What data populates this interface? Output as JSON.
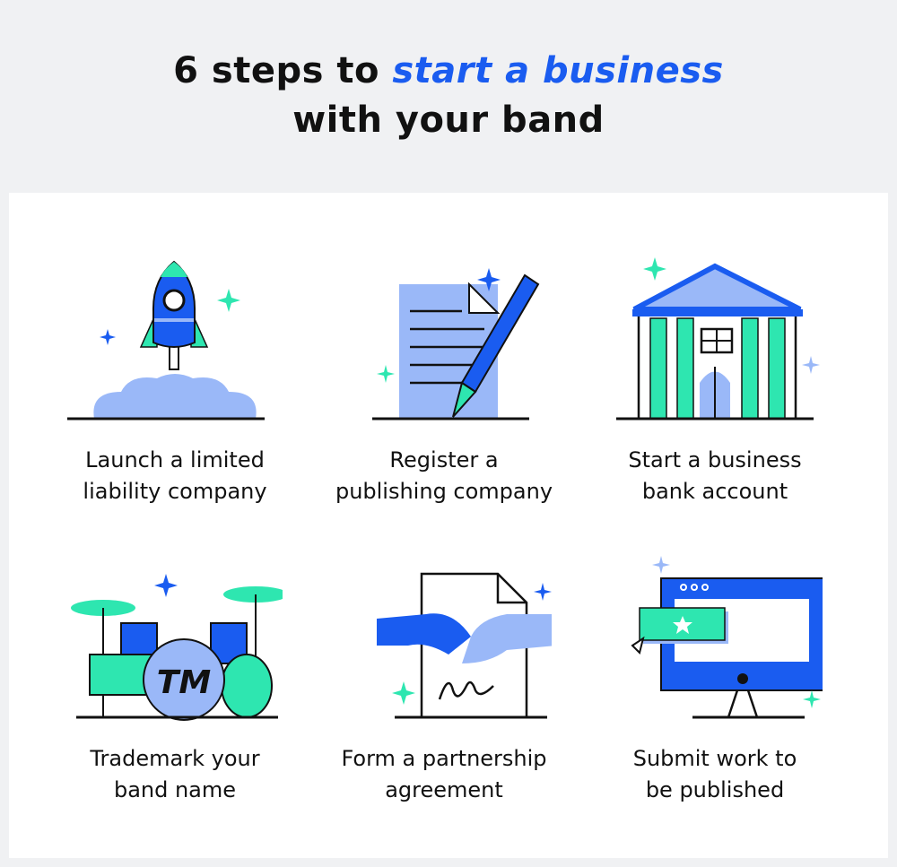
{
  "header": {
    "title_prefix": "6 steps to",
    "title_highlight": "start a business",
    "title_line2": "with your band"
  },
  "colors": {
    "blue": "#1a5cf0",
    "light_blue": "#9ab8f8",
    "teal": "#2ee6b0",
    "background": "#f0f1f3"
  },
  "steps": [
    {
      "icon": "rocket-icon",
      "line1": "Launch a limited",
      "line2": "liability company"
    },
    {
      "icon": "document-pen-icon",
      "line1": "Register a",
      "line2": "publishing company"
    },
    {
      "icon": "bank-icon",
      "line1": "Start a business",
      "line2": "bank account"
    },
    {
      "icon": "drum-kit-trademark-icon",
      "line1": "Trademark your",
      "line2": "band name",
      "tm": "TM"
    },
    {
      "icon": "handshake-contract-icon",
      "line1": "Form a partnership",
      "line2": "agreement"
    },
    {
      "icon": "computer-submit-icon",
      "line1": "Submit work to",
      "line2": "be published"
    }
  ]
}
